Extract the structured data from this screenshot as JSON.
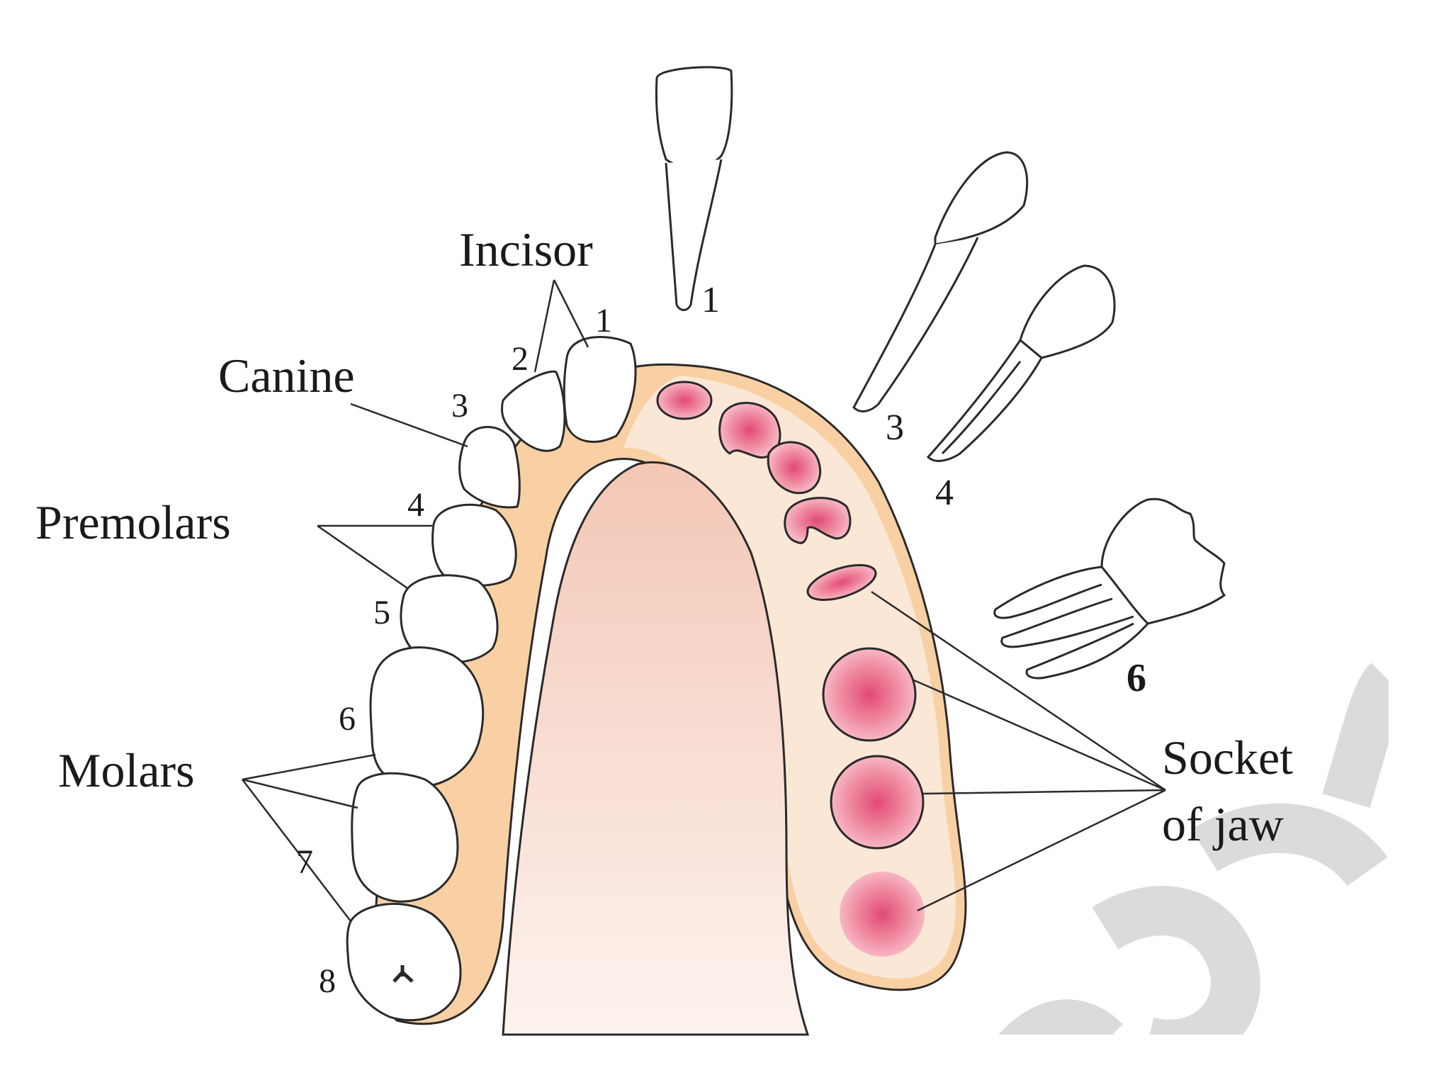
{
  "diagram": {
    "labels": {
      "incisor": "Incisor",
      "canine": "Canine",
      "premolars": "Premolars",
      "molars": "Molars",
      "socket_line1": "Socket",
      "socket_line2": "of jaw"
    },
    "arch_numbers": {
      "n1": "1",
      "n2": "2",
      "n3": "3",
      "n4": "4",
      "n5": "5",
      "n6": "6",
      "n7": "7",
      "n8": "8"
    },
    "detached_tooth_numbers": {
      "t1": "1",
      "t3": "3",
      "t4": "4",
      "t6": "6"
    },
    "colors": {
      "gum": "#f9d3a8",
      "gum_inner": "#fbeadd",
      "palate": "#f5cfc2",
      "tooth_fill": "#ffffff",
      "socket_fill": "#ef8aa0",
      "outline": "#2a2a2a",
      "watermark": "#d8d8d8"
    }
  }
}
